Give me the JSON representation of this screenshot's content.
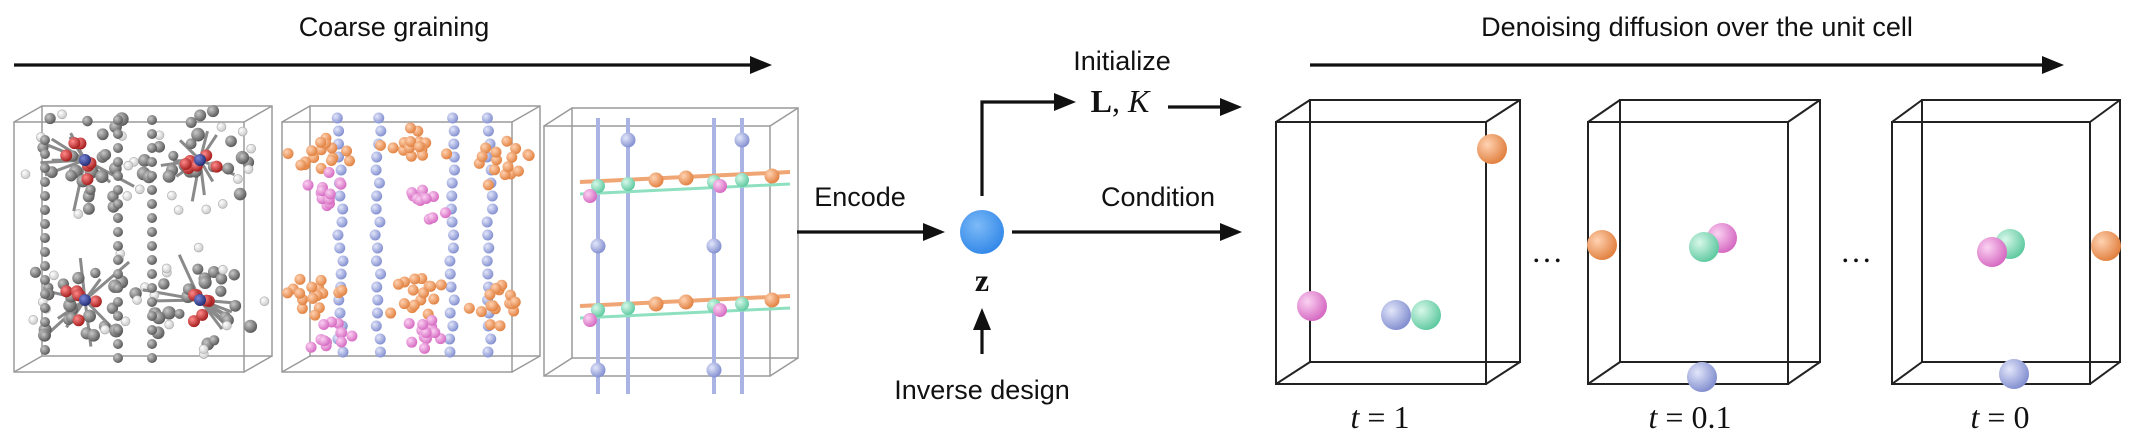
{
  "labels": {
    "coarse_graining": "Coarse graining",
    "denoising": "Denoising diffusion over the unit cell",
    "initialize": "Initialize",
    "init_target_L": "L",
    "init_target_sep": ", ",
    "init_target_K": "K",
    "encode": "Encode",
    "condition": "Condition",
    "latent": "z",
    "inverse_design": "Inverse design",
    "ellipsis": "…"
  },
  "timesteps": [
    {
      "t_var": "t",
      "eq": " = ",
      "value": "1"
    },
    {
      "t_var": "t",
      "eq": " = ",
      "value": "0.1"
    },
    {
      "t_var": "t",
      "eq": " = ",
      "value": "0"
    }
  ],
  "colors": {
    "latent": "#4a9cf0",
    "orange": "#f0a574",
    "blue": "#aab4e4",
    "pink": "#ec90d8",
    "green": "#8ee0c0",
    "red": "#cc2a2a",
    "gray": "#6f6f6f",
    "white_atom": "#f2f2f2",
    "navy": "#2e3a8c"
  }
}
